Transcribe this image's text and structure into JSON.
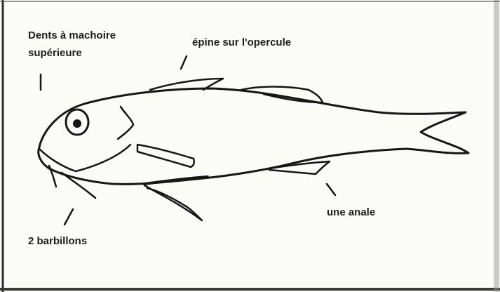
{
  "labels": {
    "teeth": "Dents à machoire supérieure",
    "spine": "épine sur l'opercule",
    "anal": "une anale",
    "barbels": "2 barbillons"
  },
  "colors": {
    "background": "#fbfbf8",
    "ink": "#161616",
    "frame_edge": "#1a1a1a"
  }
}
